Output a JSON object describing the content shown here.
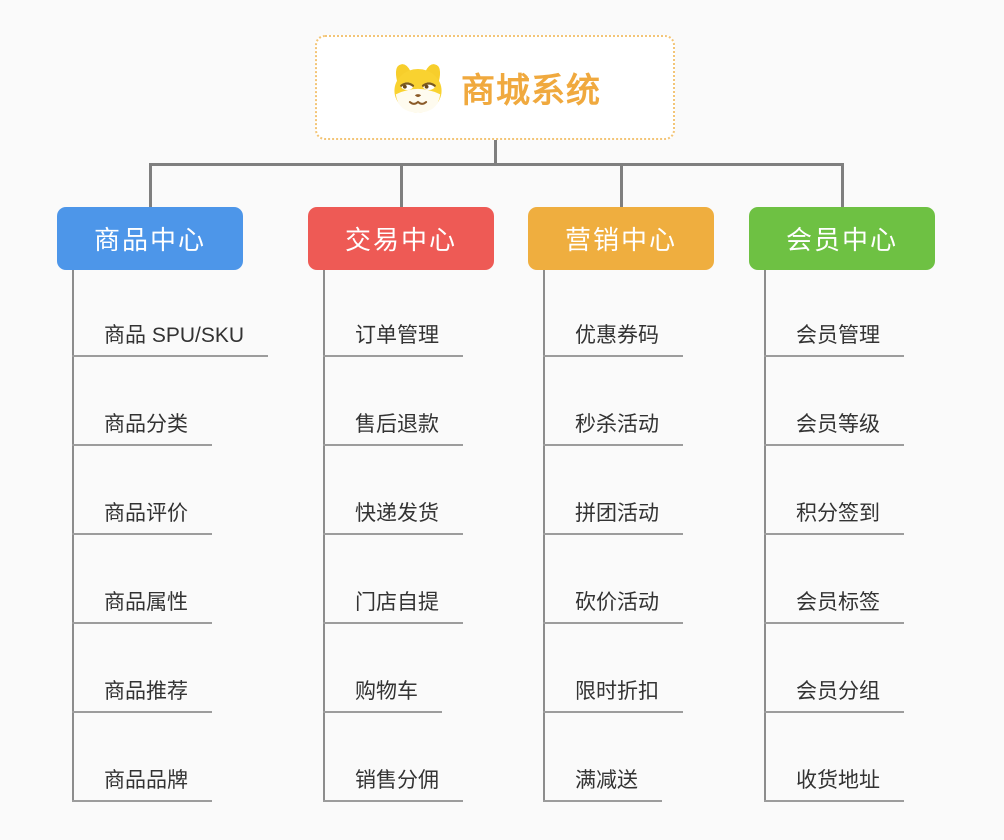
{
  "canvas": {
    "background_color": "#fafafa",
    "connector_color": "#7f7f7f",
    "trunk_color": "#8c8c8c",
    "leaf_line_color": "#9c9c9c",
    "leaf_text_color": "#333333"
  },
  "root": {
    "title": "商城系统",
    "title_color": "#f0a93e",
    "border_color": "#f3c577",
    "icon": "dog-face-icon"
  },
  "branches": [
    {
      "label": "商品中心",
      "color": "#4d96e9",
      "items": [
        "商品 SPU/SKU",
        "商品分类",
        "商品评价",
        "商品属性",
        "商品推荐",
        "商品品牌"
      ]
    },
    {
      "label": "交易中心",
      "color": "#ee5a55",
      "items": [
        "订单管理",
        "售后退款",
        "快递发货",
        "门店自提",
        "购物车",
        "销售分佣"
      ]
    },
    {
      "label": "营销中心",
      "color": "#efae3f",
      "items": [
        "优惠券码",
        "秒杀活动",
        "拼团活动",
        "砍价活动",
        "限时折扣",
        "满减送"
      ]
    },
    {
      "label": "会员中心",
      "color": "#6ec143",
      "items": [
        "会员管理",
        "会员等级",
        "积分签到",
        "会员标签",
        "会员分组",
        "收货地址"
      ]
    }
  ]
}
